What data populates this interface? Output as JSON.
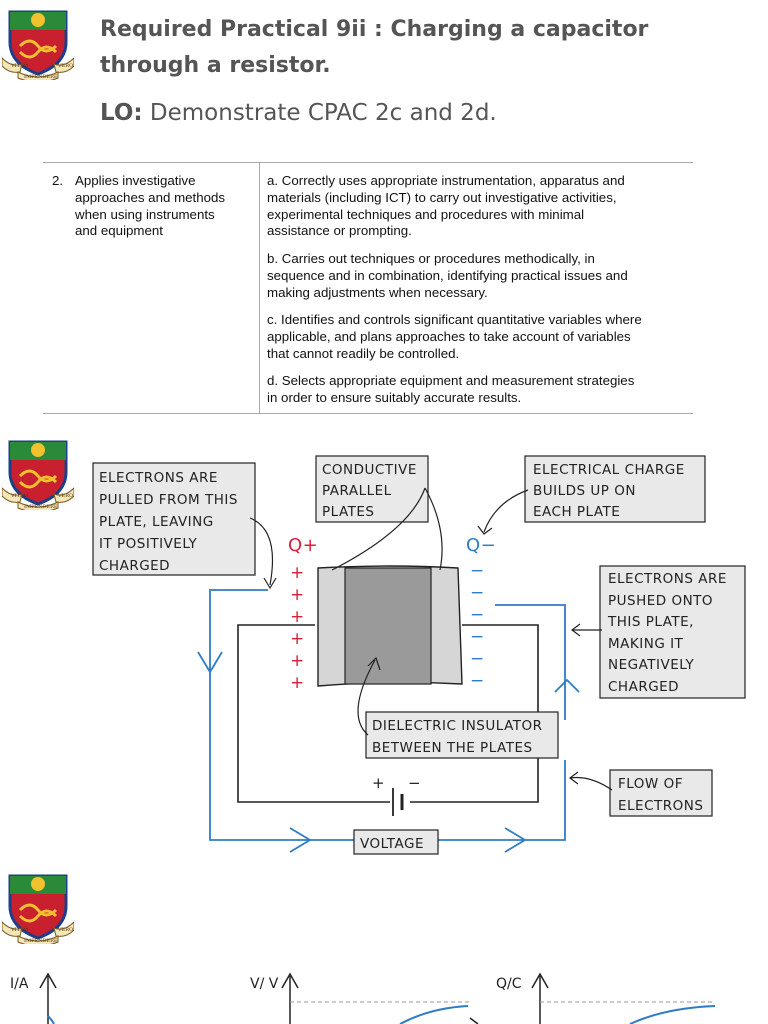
{
  "header": {
    "title_line1": "Required Practical 9ii : Charging a capacitor",
    "title_line2": "through a resistor.",
    "lo_label": "LO:",
    "lo_text": " Demonstrate CPAC 2c and 2d."
  },
  "crest": {
    "motto_left": "VITAM",
    "motto_right": "VERO",
    "motto_bottom": "IMPENDERE"
  },
  "cpac_table": {
    "number": "2.",
    "skill_lines": [
      "Applies investigative",
      "approaches and methods",
      "when using instruments",
      "and equipment"
    ],
    "criteria": [
      [
        "a. Correctly uses appropriate instrumentation, apparatus and",
        "materials (including ICT) to carry out investigative activities,",
        "experimental techniques and procedures with minimal",
        "assistance or prompting."
      ],
      [
        "b. Carries out techniques or procedures methodically, in",
        "sequence and in combination, identifying practical issues and",
        "making adjustments when necessary."
      ],
      [
        "c. Identifies and controls significant quantitative variables where",
        "applicable, and plans approaches to take account of variables",
        "that cannot readily be controlled."
      ],
      [
        "d. Selects appropriate equipment and measurement strategies",
        "in order to ensure suitably accurate results."
      ]
    ]
  },
  "diagram": {
    "electrons_pulled": [
      "ELECTRONS  ARE",
      "PULLED  FROM  THIS",
      "PLATE,  LEAVING",
      "IT  POSITIVELY",
      "CHARGED"
    ],
    "conductive_plates": [
      "CONDUCTIVE",
      "PARALLEL",
      "PLATES"
    ],
    "charge_builds": [
      "ELECTRICAL  CHARGE",
      "BUILDS  UP  ON",
      "EACH  PLATE"
    ],
    "electrons_pushed": [
      "ELECTRONS  ARE",
      "PUSHED  ONTO",
      "THIS  PLATE,",
      "MAKING  IT",
      "NEGATIVELY",
      "CHARGED"
    ],
    "dielectric": [
      "DIELECTRIC  INSULATOR",
      "BETWEEN  THE  PLATES"
    ],
    "flow": [
      "FLOW  OF",
      "ELECTRONS"
    ],
    "voltage": "VOLTAGE",
    "q_plus": "Q+",
    "q_minus": "Q−",
    "plus_sign": "+",
    "minus_sign": "−",
    "battery_plus": "+",
    "battery_minus": "−",
    "colors": {
      "positive": "#d8203a",
      "negative": "#2f7cc7",
      "wire": "#222222",
      "callout_bg": "#e9e9e9"
    }
  },
  "graphs": {
    "current_label": "I/A",
    "voltage_label": "V/ V",
    "charge_label": "Q/C"
  }
}
